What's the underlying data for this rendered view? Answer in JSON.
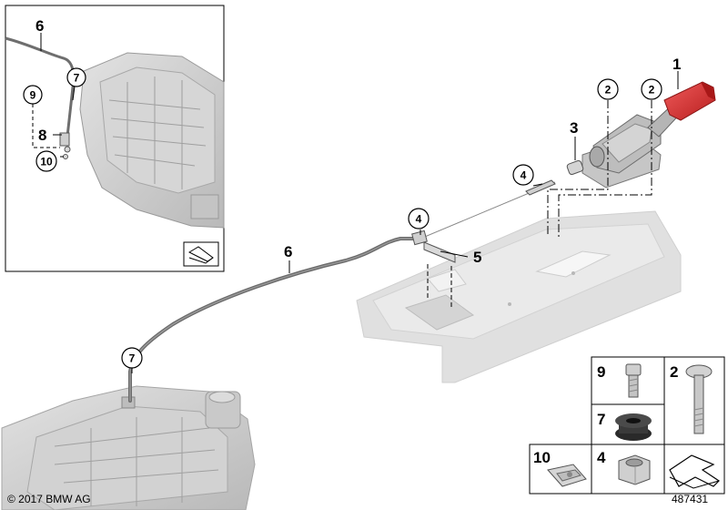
{
  "labels": {
    "inset_6": "6",
    "inset_7": "7",
    "inset_9": "9",
    "inset_8": "8",
    "inset_10": "10",
    "main_1": "1",
    "main_2a": "2",
    "main_2b": "2",
    "main_3": "3",
    "main_4a": "4",
    "main_4b": "4",
    "main_5": "5",
    "main_6": "6",
    "main_7": "7",
    "legend_9": "9",
    "legend_2": "2",
    "legend_7": "7",
    "legend_10": "10",
    "legend_4": "4"
  },
  "copyright": "© 2017 BMW AG",
  "diagram_number": "487431",
  "colors": {
    "handle_red": "#d92b2b",
    "part_gray": "#c8c8c8",
    "cable_gray": "#6e6e6e",
    "outline": "#000000"
  }
}
